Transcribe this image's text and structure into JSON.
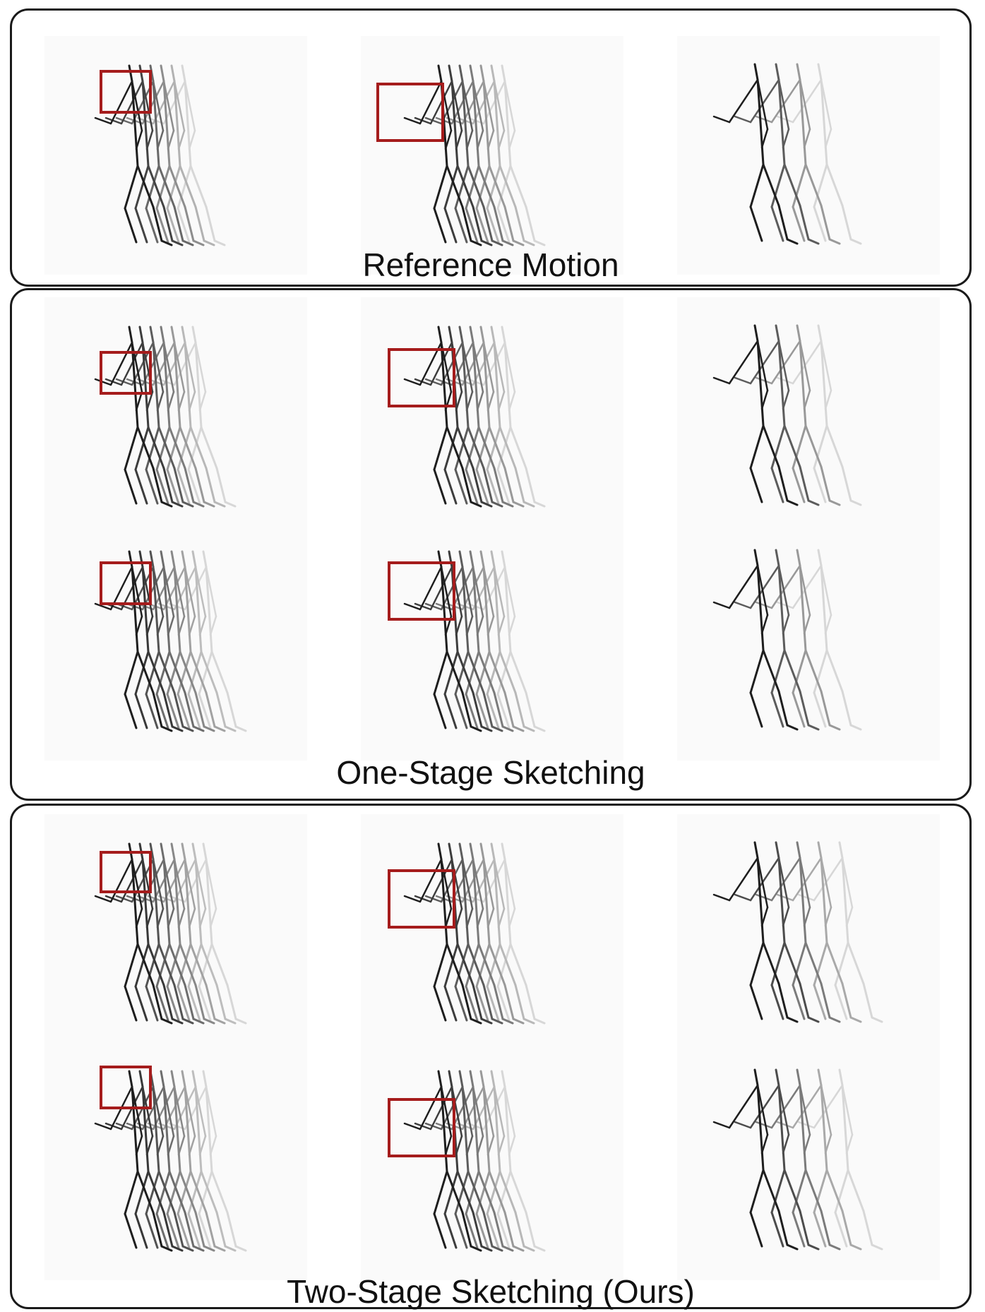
{
  "figure": {
    "rows": [
      {
        "label": "Reference Motion",
        "grids": 1
      },
      {
        "label": "One-Stage Sketching",
        "grids": 2
      },
      {
        "label": "Two-Stage Sketching (Ours)",
        "grids": 2
      }
    ],
    "colors": {
      "highlight_box": "#a51c1c",
      "panel_border": "#1a1a1a",
      "cell_background": "#fafafa"
    },
    "columns_per_grid": 3
  }
}
